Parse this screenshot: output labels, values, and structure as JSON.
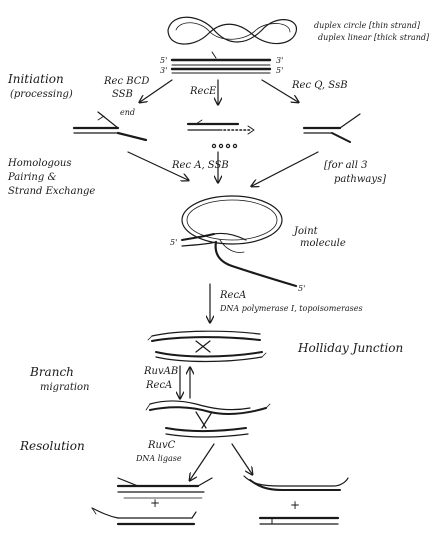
{
  "labels": {
    "legend_line1": "duplex circle [thin strand]",
    "legend_line2": "duplex linear [thick strand]",
    "end5_top": "5'",
    "end3_top": "3'",
    "end3_right": "3'",
    "end5_right": "5'",
    "initiation": "Initiation",
    "processing": "(processing)",
    "recbcd": "Rec BCD",
    "ssb_left": "SSB",
    "end_label": "end",
    "rece": "RecE",
    "recq": "Rec Q, SsB",
    "homologous": "Homologous",
    "pairing": "Pairing  &",
    "strand_exchange": "Strand Exchange",
    "reca_ssb": "Rec A,  SSB",
    "all_pathways_1": "[for all  3",
    "all_pathways_2": "pathways]",
    "joint_1": "Joint",
    "joint_2": "molecule",
    "jm_5a": "5'",
    "jm_5b": "5'",
    "reca_2": "RecA",
    "polymerase": "DNA polymerase I, topoisomerases",
    "holliday": "Holliday Junction",
    "branch_1": "Branch",
    "branch_2": "migration",
    "ruvab": "RuvAB",
    "reca_3": "RecA",
    "resolution": "Resolution",
    "ruvc": "RuvC",
    "ligase": "DNA ligase",
    "plus_1": "+",
    "plus_2": "+"
  }
}
